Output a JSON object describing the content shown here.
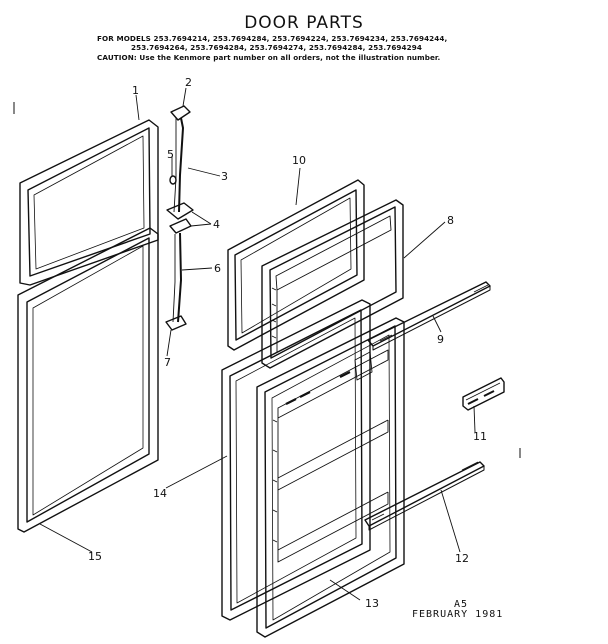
{
  "header": {
    "title": "DOOR PARTS",
    "models_line1": "FOR MODELS 253.7694214, 253.7694284, 253.7694224, 253.7694234, 253.7694244,",
    "models_line2": "253.7694264, 253.7694284, 253.7694274, 253.7694284, 253.7694294",
    "caution": "CAUTION: Use the Kenmore part number on all orders, not the illustration number."
  },
  "callouts": [
    "1",
    "2",
    "3",
    "4",
    "5",
    "6",
    "7",
    "8",
    "9",
    "10",
    "11",
    "12",
    "13",
    "14",
    "15"
  ],
  "footer": {
    "code": "A5",
    "date": "FEBRUARY 1981"
  }
}
